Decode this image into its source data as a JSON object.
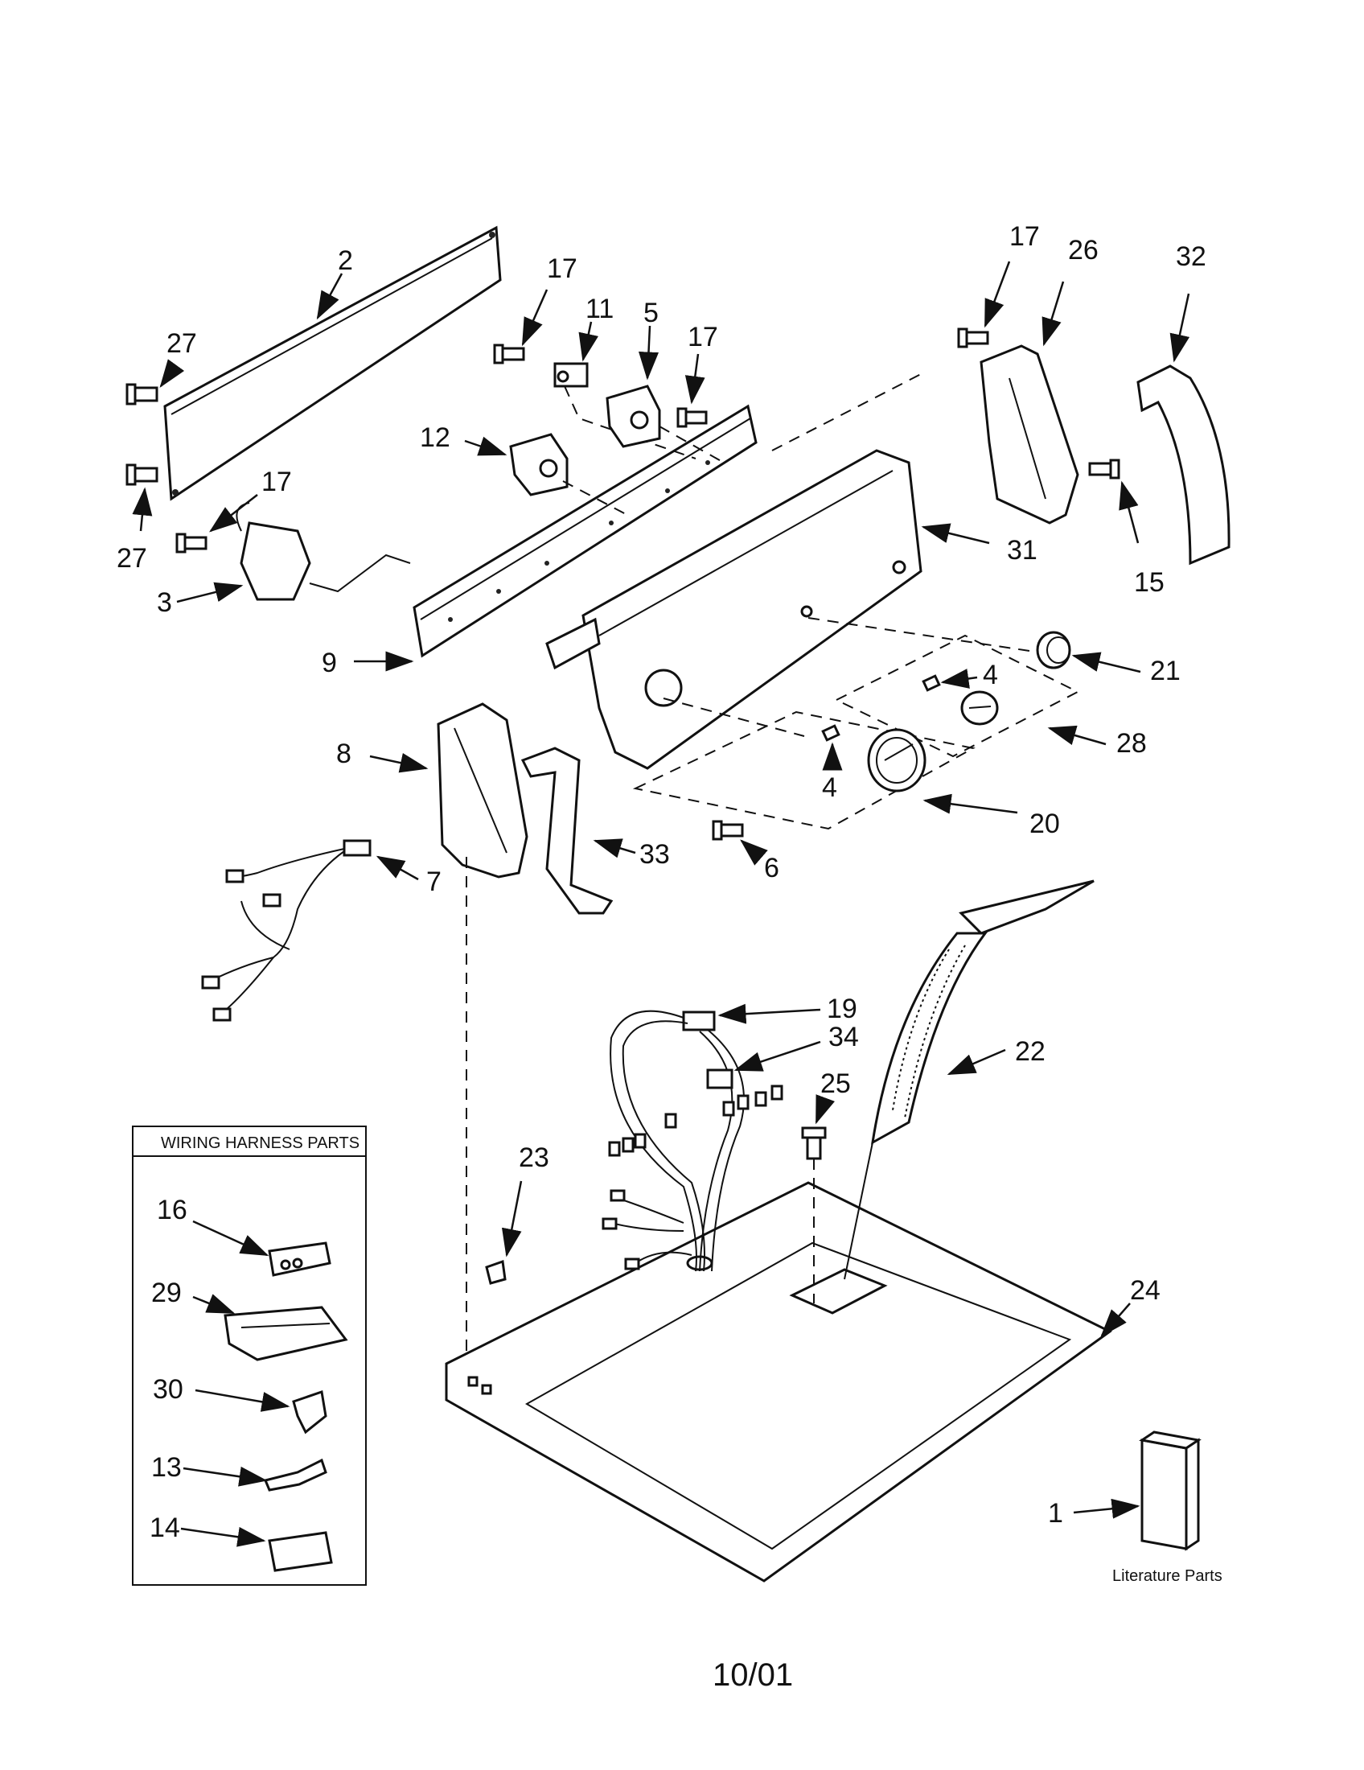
{
  "callouts": {
    "c2": "2",
    "c27a": "27",
    "c27b": "27",
    "c17a": "17",
    "c17b": "17",
    "c17c": "17",
    "c17d": "17",
    "c11": "11",
    "c5": "5",
    "c12": "12",
    "c3": "3",
    "c9": "9",
    "c26": "26",
    "c32": "32",
    "c31": "31",
    "c15": "15",
    "c21": "21",
    "c4a": "4",
    "c4b": "4",
    "c28": "28",
    "c20": "20",
    "c8": "8",
    "c33": "33",
    "c6": "6",
    "c7": "7",
    "c19": "19",
    "c34": "34",
    "c25": "25",
    "c22": "22",
    "c23": "23",
    "c24": "24",
    "c1": "1",
    "c16": "16",
    "c29": "29",
    "c30": "30",
    "c13": "13",
    "c14": "14"
  },
  "wiring_box_title": "WIRING HARNESS PARTS",
  "literature_label": "Literature Parts",
  "date_code": "10/01"
}
